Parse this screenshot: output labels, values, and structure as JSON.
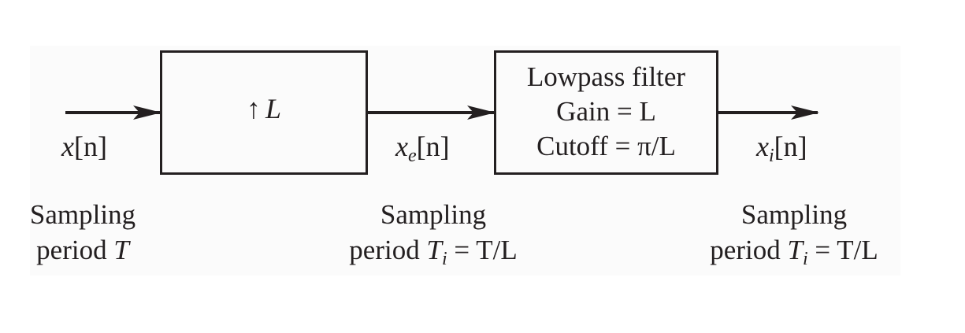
{
  "upsampler": {
    "arrow": "↑",
    "factor": "L"
  },
  "filter": {
    "line1": "Lowpass filter",
    "line2": "Gain = L",
    "line3": "Cutoff = π/L"
  },
  "signals": {
    "input": {
      "base": "x",
      "sub": "",
      "arg": "[n]"
    },
    "expanded": {
      "base": "x",
      "sub": "e",
      "arg": "[n]"
    },
    "output": {
      "base": "x",
      "sub": "i",
      "arg": "[n]"
    }
  },
  "captions": {
    "input": {
      "line1": "Sampling",
      "line2_pre": "period ",
      "line2_sym": "T"
    },
    "middle": {
      "line1": "Sampling",
      "line2_pre": "period ",
      "line2_sym": "T",
      "line2_sub": "i",
      "line2_post": " = T/L"
    },
    "output": {
      "line1": "Sampling",
      "line2_pre": "period ",
      "line2_sym": "T",
      "line2_sub": "i",
      "line2_post": " = T/L"
    }
  }
}
